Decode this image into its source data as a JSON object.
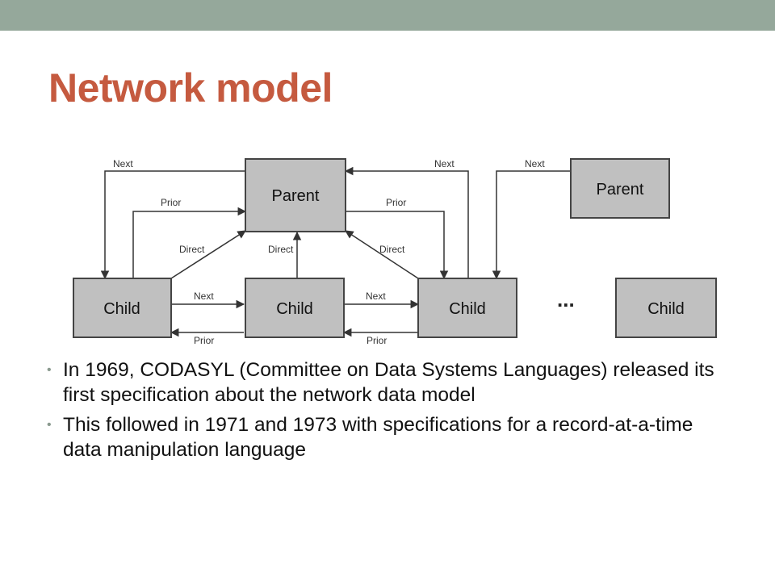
{
  "slide": {
    "title": "Network model",
    "bullets": [
      "In 1969, CODASYL (Committee on Data Systems Languages) released its first specification about the network data model",
      "This followed in 1971 and 1973 with specifications for a record-at-a-time data manipulation language"
    ]
  },
  "diagram": {
    "boxes": {
      "parent_main": "Parent",
      "parent_right": "Parent",
      "child_1": "Child",
      "child_2": "Child",
      "child_3": "Child",
      "child_4": "Child"
    },
    "labels": {
      "next_top_left": "Next",
      "next_top_mid": "Next",
      "next_top_right": "Next",
      "prior_upper_left": "Prior",
      "prior_upper_right": "Prior",
      "direct_left": "Direct",
      "direct_center": "Direct",
      "direct_right": "Direct",
      "next_lower_left": "Next",
      "next_lower_right": "Next",
      "prior_lower_left": "Prior",
      "prior_lower_right": "Prior"
    },
    "ellipsis": "..."
  },
  "colors": {
    "top_bar": "#95a89b",
    "title": "#c55a3f",
    "box_fill": "#c0c0c0",
    "bullet": "#8a9a8f"
  }
}
